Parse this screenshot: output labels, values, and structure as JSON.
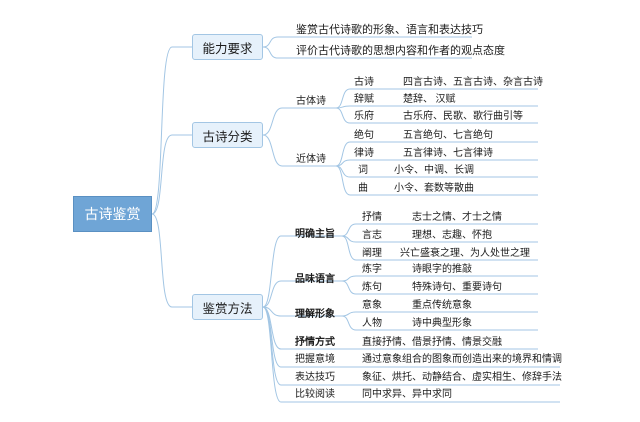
{
  "root": "古诗鉴赏",
  "colors": {
    "root_fill": "#6fa5d6",
    "branch_fill": "#e6f1fb",
    "branch_border": "#a3c6e4",
    "line": "#a3c6e4"
  },
  "ability": {
    "label": "能力要求",
    "items": [
      "鉴赏古代诗歌的形象、语言和表达技巧",
      "评价古代诗歌的思想内容和作者的观点态度"
    ]
  },
  "classify": {
    "label": "古诗分类",
    "groups": [
      {
        "label": "古体诗",
        "items": [
          {
            "label": "古诗",
            "desc": "四言古诗、五言古诗、杂言古诗"
          },
          {
            "label": "辞赋",
            "desc": "楚辞、  汉赋"
          },
          {
            "label": "乐府",
            "desc": "古乐府、民歌、歌行曲引等"
          }
        ]
      },
      {
        "label": "近体诗",
        "items": [
          {
            "label": "绝句",
            "desc": "五言绝句、七言绝句"
          },
          {
            "label": "律诗",
            "desc": "五言律诗、七言律诗"
          },
          {
            "label": "词",
            "desc": "小令、中调、长调"
          },
          {
            "label": "曲",
            "desc": "小令、套数等散曲"
          }
        ]
      }
    ]
  },
  "method": {
    "label": "鉴赏方法",
    "groups": [
      {
        "label": "明确主旨",
        "items": [
          {
            "label": "抒情",
            "desc": "志士之情、才士之情"
          },
          {
            "label": "言志",
            "desc": "理想、志趣、怀抱"
          },
          {
            "label": "阐理",
            "desc": "兴亡盛衰之理、为人处世之理"
          }
        ]
      },
      {
        "label": "品味语言",
        "items": [
          {
            "label": "炼字",
            "desc": "诗眼字的推敲"
          },
          {
            "label": "炼句",
            "desc": "特殊诗句、重要诗句"
          }
        ]
      },
      {
        "label": "理解形象",
        "items": [
          {
            "label": "意象",
            "desc": "重点传统意象"
          },
          {
            "label": "人物",
            "desc": "诗中典型形象"
          }
        ]
      },
      {
        "label": "抒情方式",
        "desc": "直接抒情、借景抒情、情景交融"
      },
      {
        "label": "把握意境",
        "desc": "通过意象组合的图象而创造出来的境界和情调"
      },
      {
        "label": "表达技巧",
        "desc": "象征、烘托、动静结合、虚实相生、修辞手法"
      },
      {
        "label": "比较阅读",
        "desc": "同中求异、异中求同"
      }
    ]
  }
}
